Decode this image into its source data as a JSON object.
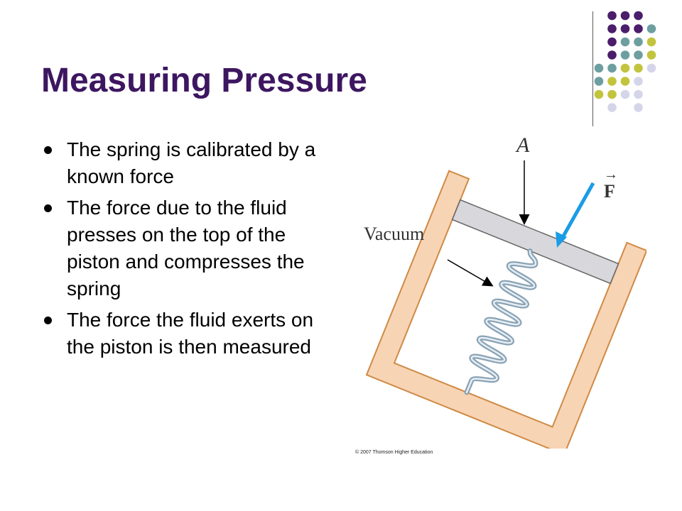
{
  "slide": {
    "title": "Measuring Pressure",
    "bullets": [
      {
        "text": "The spring is calibrated by a known force"
      },
      {
        "text": "The force due to the fluid presses on the top of the piston and compresses the spring"
      },
      {
        "text": "The force the fluid exerts on the piston is then measured"
      }
    ]
  },
  "figure": {
    "label_area": "A",
    "label_force": "F",
    "label_vacuum": "Vacuum",
    "copyright": "© 2007 Thomson Higher Education"
  },
  "colors": {
    "title": "#3d1660",
    "purple": "#4b1d6b",
    "teal": "#6e9fa0",
    "olive": "#c3c43d",
    "lavender": "#d5d5ea",
    "container_fill": "#f7d4b4",
    "container_stroke": "#cf8a45",
    "piston": "#d8d8dc",
    "spring": "#8aa3b5",
    "force_arrow": "#1a9ce6"
  }
}
